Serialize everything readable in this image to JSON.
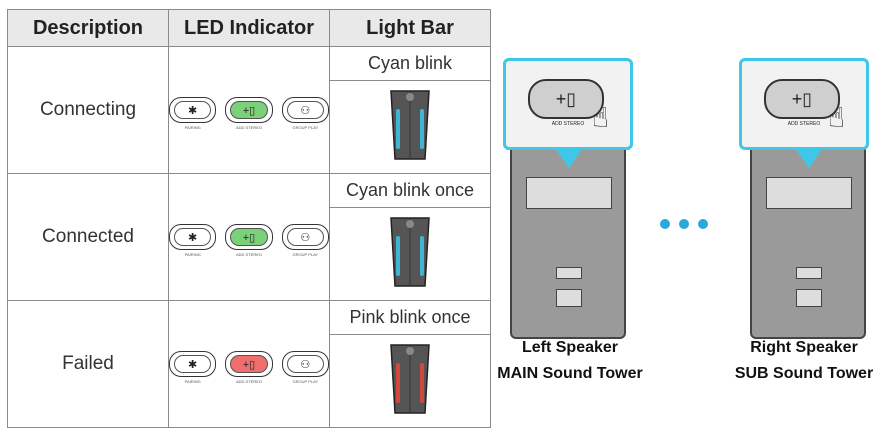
{
  "table": {
    "headers": [
      "Description",
      "LED Indicator",
      "Light Bar"
    ],
    "rows": [
      {
        "description": "Connecting",
        "light_bar": "Cyan blink",
        "active_led": "add-stereo",
        "led_state": "green",
        "bar_color": "#3ec7e6"
      },
      {
        "description": "Connected",
        "light_bar": "Cyan blink once",
        "active_led": "add-stereo",
        "led_state": "green",
        "bar_color": "#3ec7e6"
      },
      {
        "description": "Failed",
        "light_bar": "Pink blink once",
        "active_led": "add-stereo",
        "led_state": "red",
        "bar_color": "#e8463a"
      }
    ],
    "led_captions": [
      "PAIRING",
      "ADD STEREO",
      "GROUP PLAY"
    ]
  },
  "speakers": {
    "left": {
      "line1": "Left Speaker",
      "line2": "MAIN Sound Tower",
      "button_caption": "ADD STEREO"
    },
    "right": {
      "line1": "Right Speaker",
      "line2": "SUB Sound Tower",
      "button_caption": "ADD STEREO"
    }
  },
  "colors": {
    "accent": "#3ec7e6",
    "dots": "#2aa8d8"
  }
}
